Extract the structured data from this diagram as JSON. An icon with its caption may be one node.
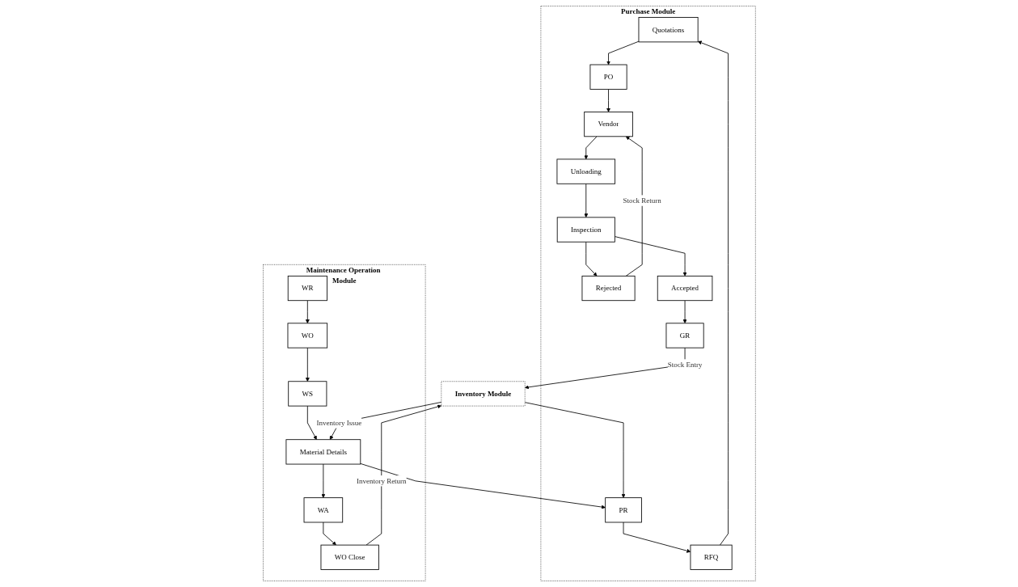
{
  "diagram": {
    "nodes": [
      {
        "text": [
          "Purchase Module"
        ]
      },
      {
        "text": [
          "Quotations"
        ],
        "in": 0
      },
      {
        "text": [
          "RFQ"
        ],
        "in": 0
      },
      {
        "text": [
          "PR"
        ],
        "in": 0
      },
      {
        "text": [
          "PO"
        ],
        "in": 0
      },
      {
        "text": [
          "Vendor"
        ],
        "in": 0
      },
      {
        "text": [
          "Unloading"
        ],
        "in": 0
      },
      {
        "text": [
          "Inspection"
        ],
        "in": 0
      },
      {
        "text": [
          "Rejected"
        ],
        "in": 0
      },
      {
        "text": [
          "Accepted"
        ],
        "in": 0
      },
      {
        "text": [
          "GR"
        ],
        "in": 0
      },
      {
        "text": [
          "Maintenance Operation Module"
        ]
      },
      {
        "text": [
          "WS"
        ],
        "in": 11
      },
      {
        "text": [
          "WO"
        ],
        "in": 11
      },
      {
        "text": [
          "WR"
        ],
        "in": 11
      },
      {
        "text": [
          "Material Details"
        ],
        "in": 11
      },
      {
        "text": [
          "WA"
        ],
        "in": 11
      },
      {
        "text": [
          "WO Close"
        ],
        "in": 11
      },
      {
        "text": [
          "Inventory Module"
        ]
      }
    ],
    "edges": [
      {
        "from": 2,
        "to": 1,
        "arrow": "to"
      },
      {
        "from": 3,
        "to": 2,
        "arrow": "to"
      },
      {
        "from": 1,
        "to": 4,
        "arrow": "to"
      },
      {
        "from": 4,
        "to": 5,
        "arrow": "to"
      },
      {
        "from": 5,
        "to": 6,
        "arrow": "to"
      },
      {
        "from": 6,
        "to": 7,
        "arrow": "to"
      },
      {
        "from": 7,
        "to": 8,
        "arrow": "to"
      },
      {
        "from": 7,
        "to": 9,
        "arrow": "to"
      },
      {
        "from": 8,
        "to": 5,
        "arrow": "to",
        "label": "Stock Return"
      },
      {
        "from": 9,
        "to": 10,
        "arrow": "to"
      },
      {
        "from": 10,
        "to": 18,
        "arrow": "to",
        "label": "Stock Entry"
      },
      {
        "from": 18,
        "to": 3,
        "arrow": "to"
      },
      {
        "from": 15,
        "to": 3,
        "arrow": "to"
      },
      {
        "from": 14,
        "to": 13,
        "arrow": "to"
      },
      {
        "from": 13,
        "to": 12,
        "arrow": "to"
      },
      {
        "from": 12,
        "to": 15,
        "arrow": "to"
      },
      {
        "from": 15,
        "to": 16,
        "arrow": "to"
      },
      {
        "from": 16,
        "to": 17,
        "arrow": "to"
      },
      {
        "from": 17,
        "to": 18,
        "arrow": "to",
        "label": "Inventory Return"
      },
      {
        "from": 18,
        "to": 15,
        "arrow": "to",
        "label": "Inventory Issue"
      }
    ]
  }
}
